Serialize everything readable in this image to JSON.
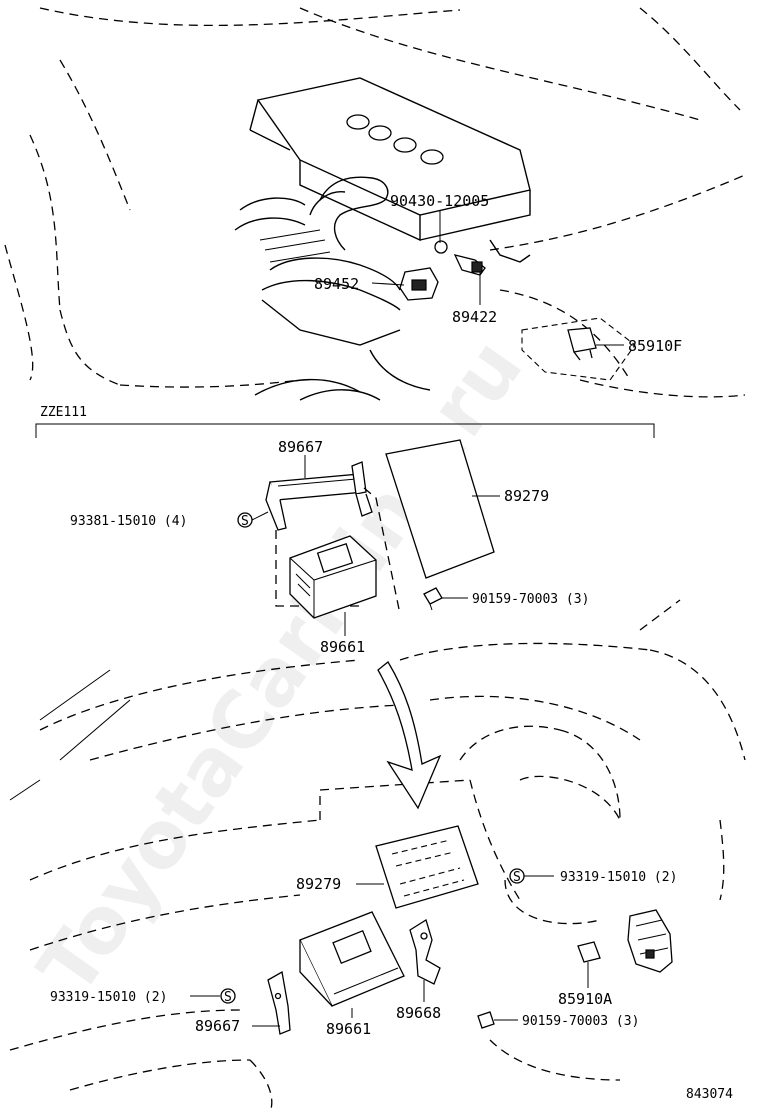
{
  "diagram": {
    "section_label": "ZZE111",
    "figure_number": "843074",
    "watermark": "ToyotaCarMine.ru",
    "parts": {
      "p90430": "90430-12005",
      "p89452": "89452",
      "p89422": "89422",
      "p85910F": "85910F",
      "p89667_top": "89667",
      "p93381": "93381-15010 (4)",
      "p89279_top": "89279",
      "p90159_top": "90159-70003 (3)",
      "p89661_top": "89661",
      "p89279_bottom": "89279",
      "p93319_right": "93319-15010 (2)",
      "p93319_left": "93319-15010 (2)",
      "p85910A": "85910A",
      "p89667_bottom": "89667",
      "p89661_bottom": "89661",
      "p89668": "89668",
      "p90159_bottom": "90159-70003 (3)"
    },
    "symbols": {
      "s_marker": "S"
    }
  }
}
